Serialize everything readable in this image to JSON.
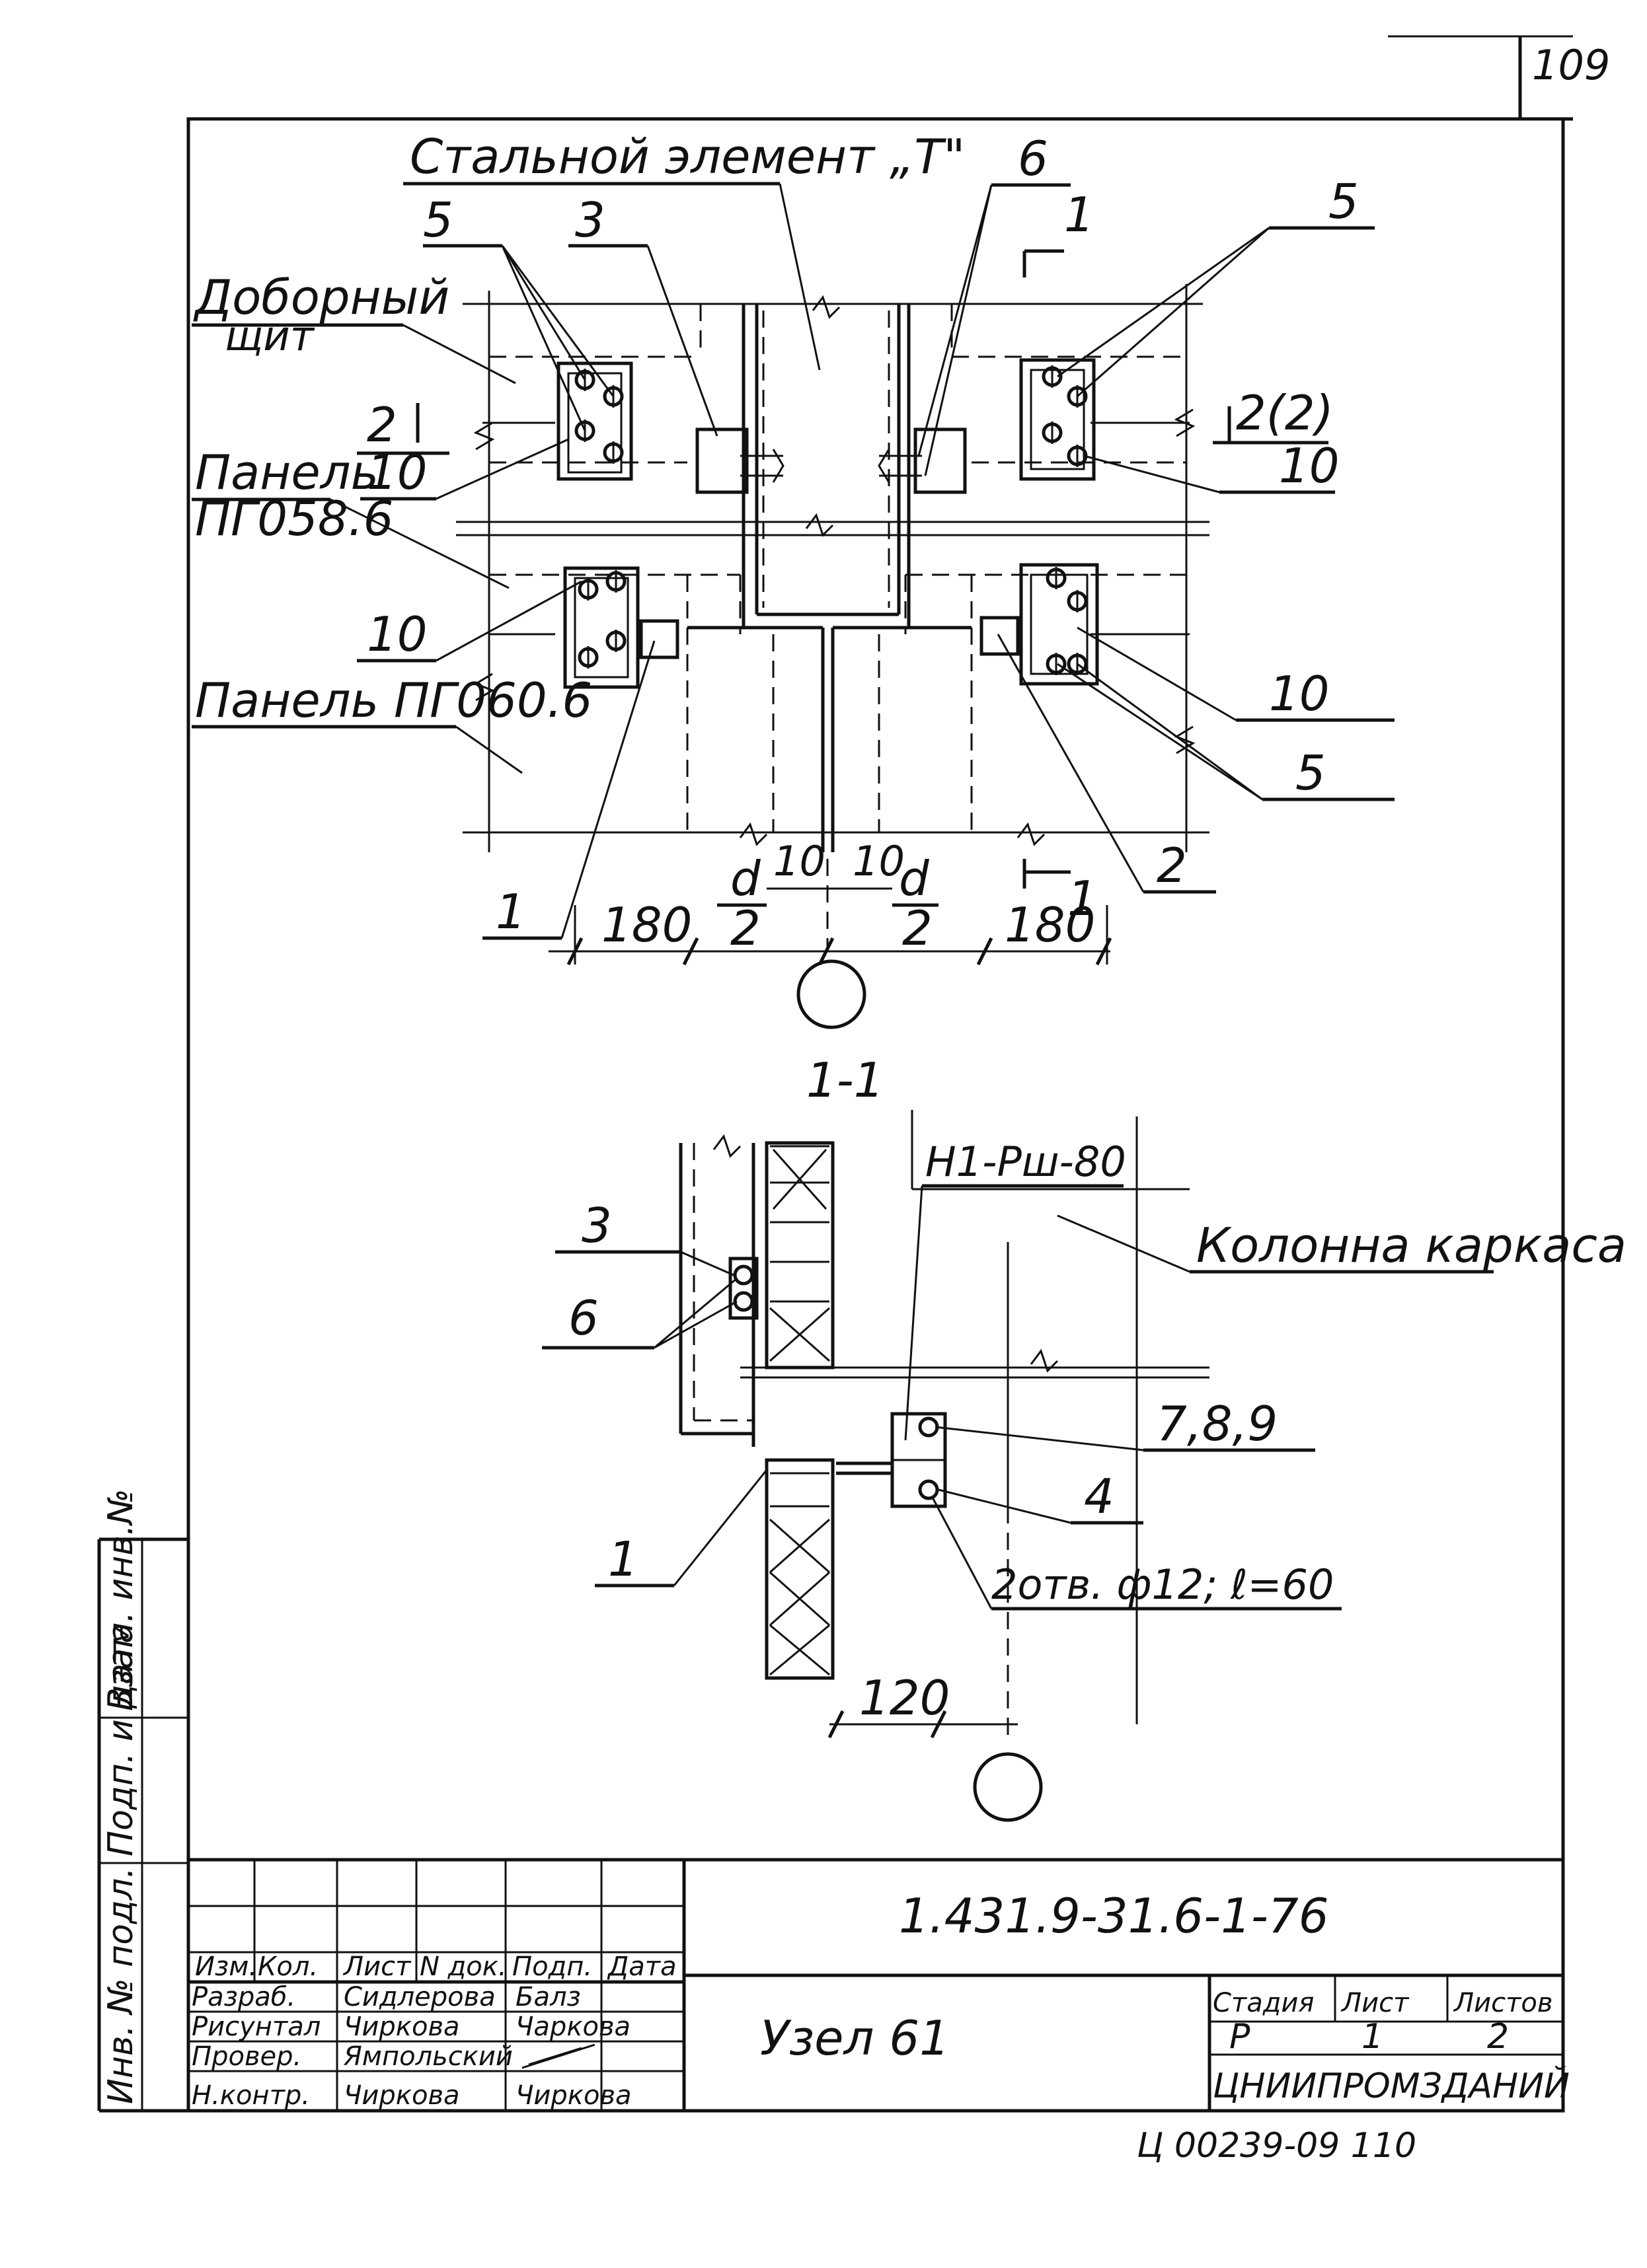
{
  "sheet_number": "109",
  "labels": {
    "steel_element": "Стальной элемент „Т\"",
    "dobor_shield_1": "Доборный",
    "dobor_shield_2": "щит",
    "panel_pg58_1": "Панель",
    "panel_pg58_2": "ПГ058.6",
    "panel_pg60": "Панель ПГ060.6",
    "col_frame": "Колонна каркаса",
    "h1": "Н1-Рш-80",
    "holes": "2отв. ф12; ℓ=60",
    "section": "1-1",
    "bolts": "7,8,9"
  },
  "callouts": {
    "n1": "1",
    "n2": "2",
    "n3": "3",
    "n4": "4",
    "n5": "5",
    "n6": "6",
    "n10": "10",
    "s2": "2",
    "s22": "2(2)",
    "cut1": "1",
    "d": "d",
    "half": "2"
  },
  "dimensions": {
    "d180": "180",
    "d10": "10",
    "d120": "120"
  },
  "titleblock": {
    "code": "1.431.9-31.6-1-76",
    "title": "Узел 61",
    "org": "ЦНИИПРОМЗДАНИЙ",
    "stage_h": "Стадия",
    "sheet_h": "Лист",
    "sheets_h": "Листов",
    "stage": "Р",
    "sheet": "1",
    "sheets": "2",
    "col_izm": "Изм.",
    "col_kol": "Кол.",
    "col_list": "Лист",
    "col_ndok": "N док.",
    "col_podp": "Подп.",
    "col_data": "Дата",
    "r1_role": "Разраб.",
    "r1_name": "Сидлерова",
    "r2_role": "Рисунтал",
    "r2_name": "Чиркова",
    "r3_role": "Провер.",
    "r3_name": "Ямпольский",
    "r4_role": "Н.контр.",
    "r4_name": "Чиркова",
    "sig1": "Балз",
    "sig2": "Чаркова",
    "sig4": "Чиркова"
  },
  "side_stamp": {
    "a": "Инв. № подл.",
    "b": "Подп. и дата",
    "c": "Взам. инв.№"
  },
  "footer_number": "Ц 00239-09    110"
}
